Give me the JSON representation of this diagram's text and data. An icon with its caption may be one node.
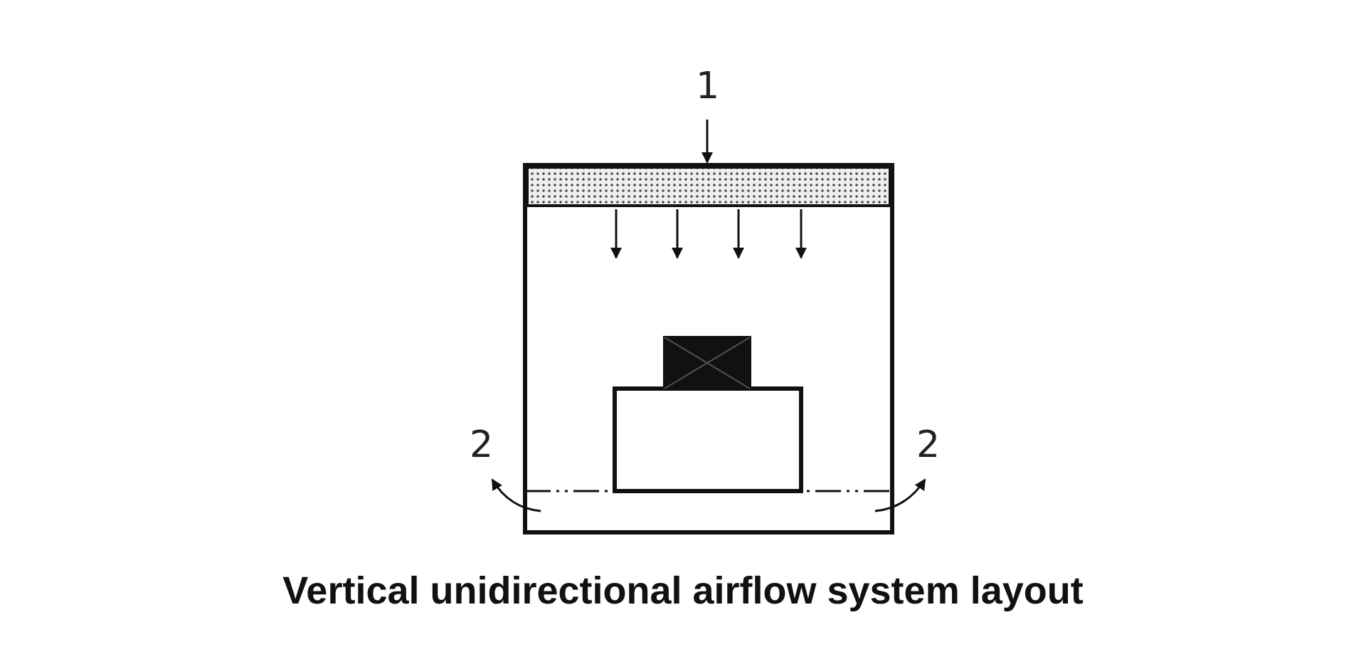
{
  "diagram": {
    "caption": "Vertical unidirectional airflow system layout",
    "labels": [
      "1",
      "2",
      "2"
    ]
  }
}
